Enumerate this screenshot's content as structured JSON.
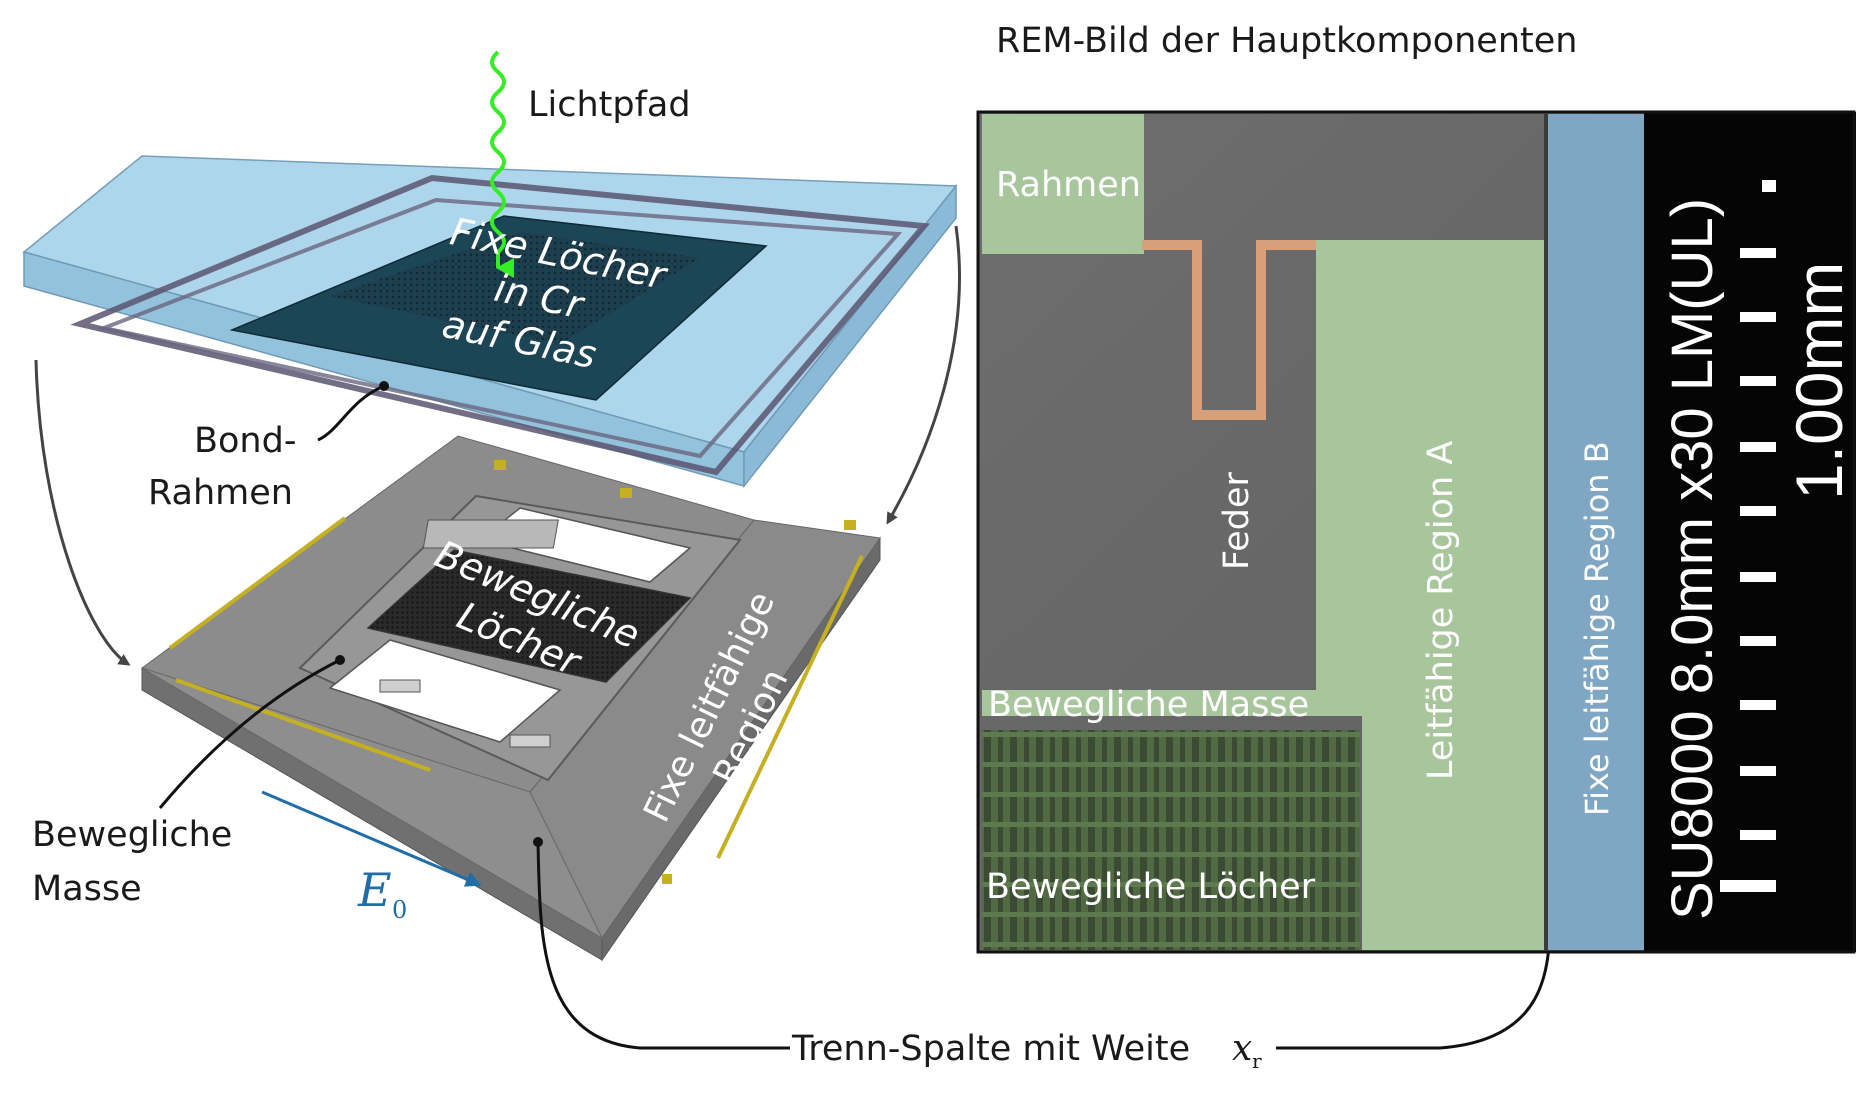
{
  "left_figure": {
    "light_path_label": "Lichtpfad",
    "fixed_holes_label": [
      "Fixe Löcher",
      "in Cr",
      "auf Glas"
    ],
    "bond_frame_label": [
      "Bond-",
      "Rahmen"
    ],
    "movable_holes_label": [
      "Bewegliche",
      "Löcher"
    ],
    "fixed_region_label": [
      "Fixe leitfähige",
      "Region"
    ],
    "movable_mass_label": [
      "Bewegliche",
      "Masse"
    ],
    "field_label": "E",
    "field_subscript": "0"
  },
  "sem_panel": {
    "title": "REM-Bild der Hauptkomponenten",
    "frame_label": "Rahmen",
    "spring_label": "Feder",
    "movable_mass_label": "Bewegliche Masse",
    "movable_holes_label": "Bewegliche Löcher",
    "region_a_label": "Leitfähige Region A",
    "region_b_label": "Fixe leitfähige Region B",
    "scale_info": "SU8000 8.0mm x30 LM(UL)",
    "scale_value": "1.00mm"
  },
  "gap_label": "Trenn-Spalte mit Weite",
  "gap_symbol": "x",
  "gap_subscript": "r",
  "colors": {
    "glass": "#a9d3ea",
    "chip": "#8a8a8a",
    "green_overlay": "#a8c69b",
    "blue_overlay": "#7fa7c4",
    "spring": "#d8a07a",
    "light_path": "#33ee22",
    "field_arrow": "#1f6ea8"
  }
}
